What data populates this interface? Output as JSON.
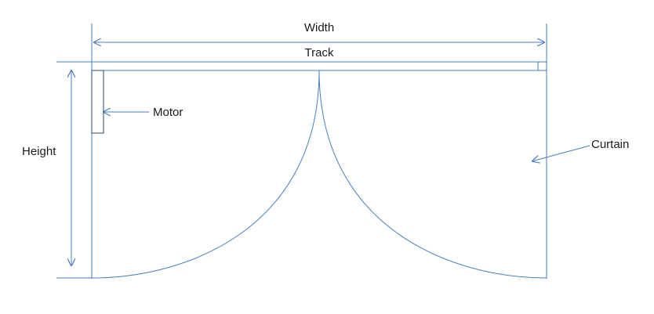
{
  "labels": {
    "width": "Width",
    "track": "Track",
    "motor": "Motor",
    "height": "Height",
    "curtain": "Curtain"
  },
  "colors": {
    "line": "#4a7ebb",
    "motor_outline": "#2e4a70",
    "text": "#1a1a1a"
  }
}
